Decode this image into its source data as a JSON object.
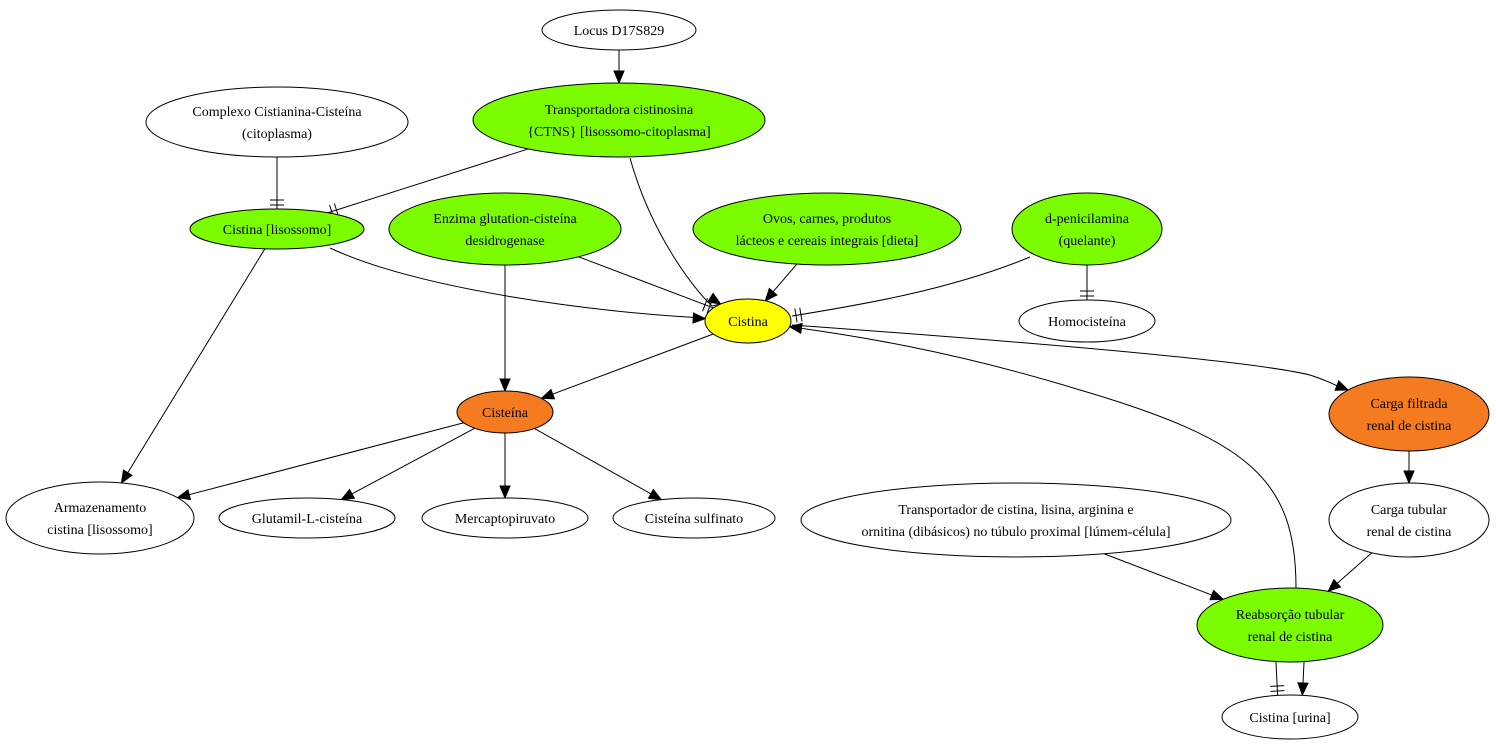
{
  "colors": {
    "green": "#7cfc00",
    "yellow": "#ffff00",
    "orange": "#f47b20",
    "white": "#ffffff"
  },
  "nodes": {
    "locus": {
      "lines": [
        "Locus D17S829"
      ],
      "fill": "white"
    },
    "ctns": {
      "lines": [
        "Transportadora cistinosina",
        "{CTNS} [lisossomo-citoplasma]"
      ],
      "fill": "green"
    },
    "complexo": {
      "lines": [
        "Complexo Cistianina-Cisteína",
        "(citoplasma)"
      ],
      "fill": "white"
    },
    "cistina_lis": {
      "lines": [
        "Cistina [lisossomo]"
      ],
      "fill": "green"
    },
    "enzima": {
      "lines": [
        "Enzima glutation-cisteína",
        "desidrogenase"
      ],
      "fill": "green"
    },
    "dieta": {
      "lines": [
        "Ovos, carnes, produtos",
        "lácteos e cereais integrais [dieta]"
      ],
      "fill": "green"
    },
    "penicil": {
      "lines": [
        "d-penicilamina",
        "(quelante)"
      ],
      "fill": "green"
    },
    "homocisteina": {
      "lines": [
        "Homocisteína"
      ],
      "fill": "white"
    },
    "cistina": {
      "lines": [
        "Cistina"
      ],
      "fill": "yellow"
    },
    "cisteina": {
      "lines": [
        "Cisteína"
      ],
      "fill": "orange"
    },
    "carga_filtrada": {
      "lines": [
        "Carga filtrada",
        "renal de cistina"
      ],
      "fill": "orange"
    },
    "armazenamento": {
      "lines": [
        "Armazenamento",
        "cistina [lisossomo]"
      ],
      "fill": "white"
    },
    "glutamil": {
      "lines": [
        "Glutamil-L-cisteína"
      ],
      "fill": "white"
    },
    "mercapto": {
      "lines": [
        "Mercaptopiruvato"
      ],
      "fill": "white"
    },
    "sulfinato": {
      "lines": [
        "Cisteína sulfinato"
      ],
      "fill": "white"
    },
    "transportador": {
      "lines": [
        "Transportador de cistina, lisina, arginina e",
        "ornitina (dibásicos) no túbulo proximal [lúmem-célula]"
      ],
      "fill": "white"
    },
    "carga_tubular": {
      "lines": [
        "Carga tubular",
        "renal de cistina"
      ],
      "fill": "white"
    },
    "reabsorcao": {
      "lines": [
        "Reabsorção tubular",
        "renal de cistina"
      ],
      "fill": "green"
    },
    "cistina_urina": {
      "lines": [
        "Cistina [urina]"
      ],
      "fill": "white"
    }
  },
  "edges": [
    {
      "from": "locus",
      "to": "ctns",
      "type": "arrow"
    },
    {
      "from": "complexo",
      "to": "cistina_lis",
      "type": "tee"
    },
    {
      "from": "ctns",
      "to": "cistina_lis",
      "type": "tee"
    },
    {
      "from": "ctns",
      "to": "cistina",
      "type": "arrow"
    },
    {
      "from": "cistina_lis",
      "to": "cistina",
      "type": "arrow"
    },
    {
      "from": "cistina_lis",
      "to": "armazenamento",
      "type": "arrow"
    },
    {
      "from": "enzima",
      "to": "cistina",
      "type": "tee"
    },
    {
      "from": "enzima",
      "to": "cisteina",
      "type": "arrow"
    },
    {
      "from": "dieta",
      "to": "cistina",
      "type": "arrow"
    },
    {
      "from": "penicil",
      "to": "cistina",
      "type": "tee"
    },
    {
      "from": "penicil",
      "to": "homocisteina",
      "type": "tee"
    },
    {
      "from": "cistina",
      "to": "cisteina",
      "type": "arrow"
    },
    {
      "from": "cistina",
      "to": "carga_filtrada",
      "type": "arrow"
    },
    {
      "from": "cisteina",
      "to": "armazenamento",
      "type": "arrow"
    },
    {
      "from": "cisteina",
      "to": "glutamil",
      "type": "arrow"
    },
    {
      "from": "cisteina",
      "to": "mercapto",
      "type": "arrow"
    },
    {
      "from": "cisteina",
      "to": "sulfinato",
      "type": "arrow"
    },
    {
      "from": "carga_filtrada",
      "to": "carga_tubular",
      "type": "arrow"
    },
    {
      "from": "carga_tubular",
      "to": "reabsorcao",
      "type": "arrow"
    },
    {
      "from": "transportador",
      "to": "reabsorcao",
      "type": "arrow"
    },
    {
      "from": "reabsorcao",
      "to": "cistina",
      "type": "arrow"
    },
    {
      "from": "reabsorcao",
      "to": "cistina_urina",
      "type": "tee"
    },
    {
      "from": "reabsorcao",
      "to": "cistina_urina",
      "type": "arrow"
    }
  ]
}
